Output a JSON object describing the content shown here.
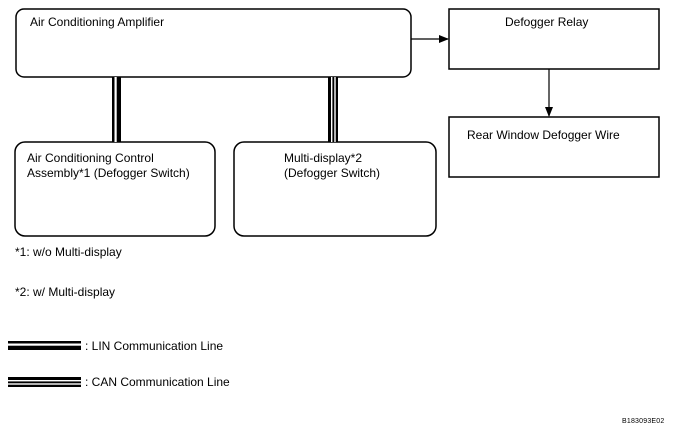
{
  "diagram": {
    "nodes": {
      "amplifier": "Air Conditioning Amplifier",
      "relay": "Defogger Relay",
      "wire": "Rear Window Defogger Wire",
      "control": "Air Conditioning Control\nAssembly*1 (Defogger Switch)",
      "multidisplay": "Multi-display*2\n(Defogger Switch)"
    },
    "notes": {
      "note1": "*1: w/o Multi-display",
      "note2": "*2: w/ Multi-display"
    },
    "legend": {
      "lin": ": LIN Communication Line",
      "can": ": CAN Communication Line"
    },
    "figure_code": "B183093E02"
  }
}
